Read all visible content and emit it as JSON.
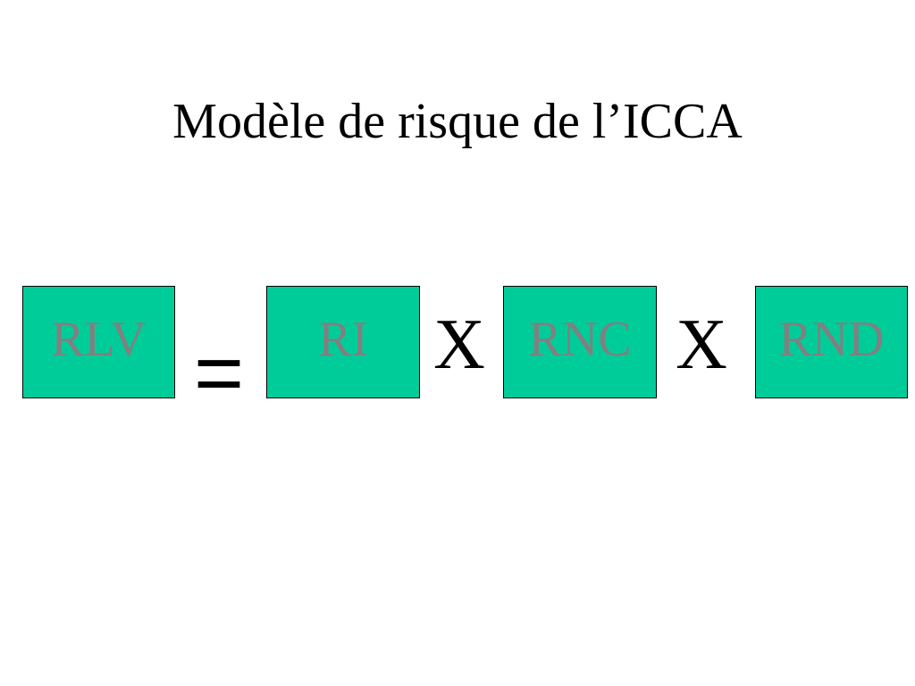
{
  "slide": {
    "title": "Modèle de risque de l’ICCA",
    "box_fill": "#00cc99",
    "box_text_color": "#808080",
    "equation": {
      "result": "RLV",
      "equals": "=",
      "factors": [
        "RI",
        "RNC",
        "RND"
      ],
      "multiply": [
        "X",
        "X"
      ]
    }
  }
}
